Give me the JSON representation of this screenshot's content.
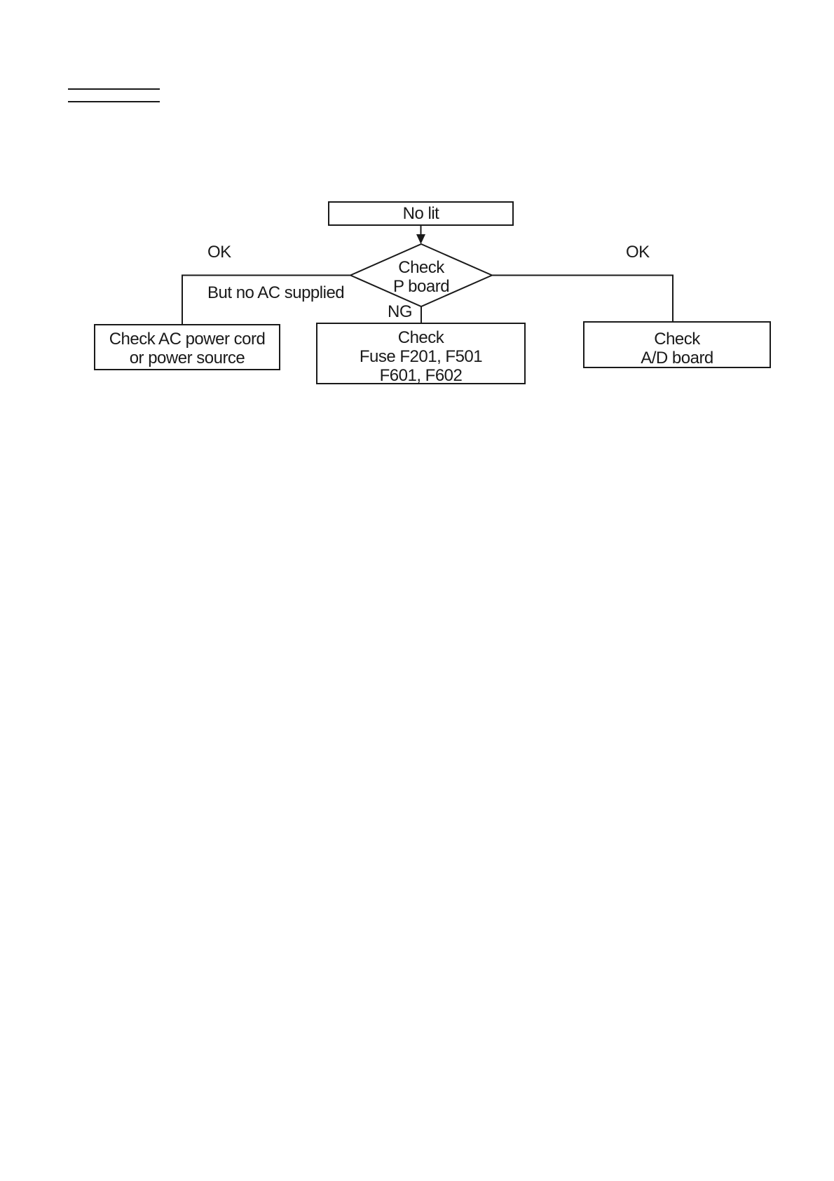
{
  "colors": {
    "ink": "#1a1a1a",
    "paper": "#ffffff"
  },
  "flowchart": {
    "start": {
      "label": "No lit"
    },
    "decision": {
      "lines": [
        "Check",
        "P board"
      ]
    },
    "labels": {
      "ok_left": "OK",
      "ok_right": "OK",
      "but_no_ac": "But no AC supplied",
      "ng": "NG"
    },
    "outcome_left": {
      "lines": [
        "Check AC power cord",
        "or power source"
      ]
    },
    "outcome_center": {
      "lines": [
        "Check",
        "Fuse F201, F501",
        "F601, F602"
      ]
    },
    "outcome_right": {
      "lines": [
        "Check",
        "A/D board"
      ]
    }
  }
}
